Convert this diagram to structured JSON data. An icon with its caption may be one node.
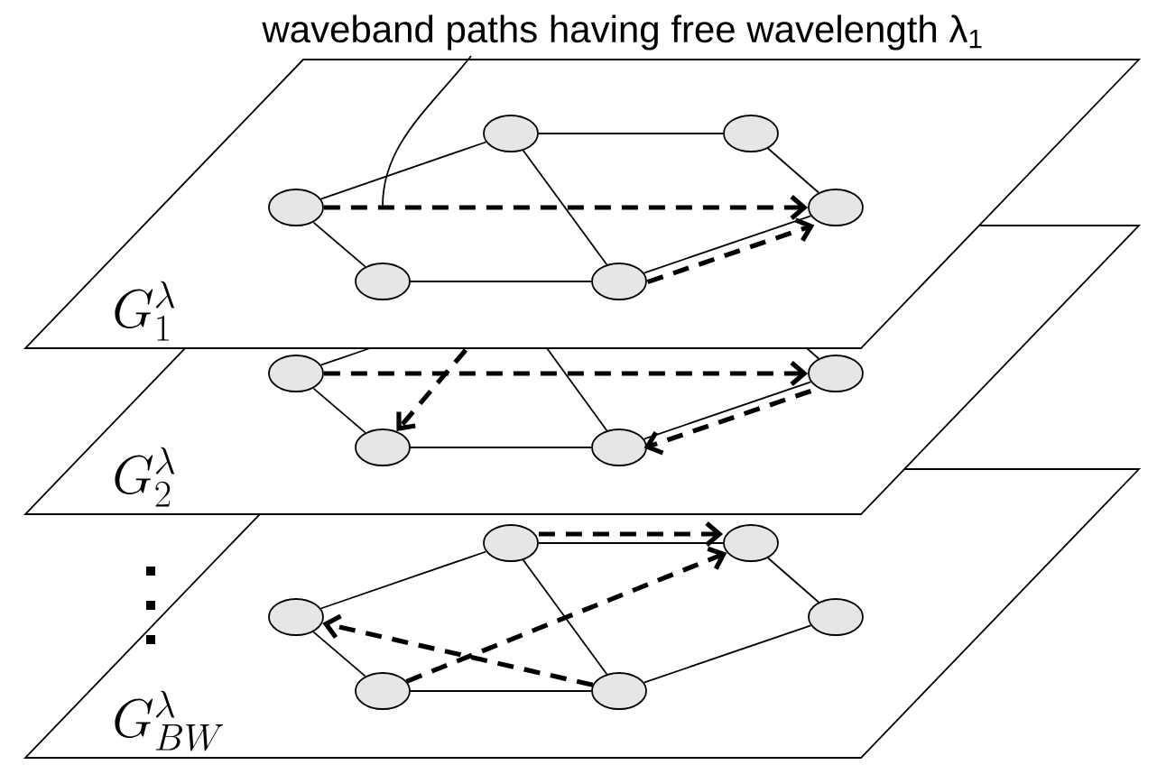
{
  "diagram": {
    "nodes": [
      {
        "text": [
          "G_{1}^{\\lambda}"
        ]
      },
      {
        "text": [],
        "shape": "ellipse",
        "in": 0
      },
      {
        "text": [],
        "shape": "ellipse",
        "in": 0
      },
      {
        "text": [],
        "shape": "ellipse",
        "in": 0
      },
      {
        "text": [],
        "shape": "ellipse",
        "in": 0
      },
      {
        "text": [],
        "shape": "ellipse",
        "in": 0
      },
      {
        "text": [],
        "shape": "ellipse",
        "in": 0
      },
      {
        "text": [
          "G_{2}^{\\lambda}"
        ]
      },
      {
        "text": [],
        "shape": "ellipse",
        "in": 7
      },
      {
        "text": [],
        "shape": "ellipse",
        "in": 7
      },
      {
        "text": [],
        "shape": "ellipse",
        "in": 7
      },
      {
        "text": [],
        "shape": "ellipse",
        "in": 7
      },
      {
        "text": [
          "G_{BW}^{\\lambda}"
        ]
      },
      {
        "text": [],
        "shape": "ellipse",
        "in": 12
      },
      {
        "text": [],
        "shape": "ellipse",
        "in": 12
      },
      {
        "text": [],
        "shape": "ellipse",
        "in": 12
      },
      {
        "text": [],
        "shape": "ellipse",
        "in": 12
      },
      {
        "text": [],
        "shape": "ellipse",
        "in": 12
      },
      {
        "text": [],
        "shape": "ellipse",
        "in": 12
      },
      {
        "text": [
          "waveband paths having free wavelength λ$_{1}$"
        ]
      }
    ],
    "edges": [
      {
        "from": 1,
        "to": 2,
        "arrow": "none"
      },
      {
        "from": 2,
        "to": 3,
        "arrow": "none"
      },
      {
        "from": 3,
        "to": 4,
        "arrow": "none"
      },
      {
        "from": 1,
        "to": 5,
        "arrow": "none"
      },
      {
        "from": 5,
        "to": 6,
        "arrow": "none"
      },
      {
        "from": 2,
        "to": 6,
        "arrow": "none"
      },
      {
        "from": 6,
        "to": 4,
        "arrow": "none"
      },
      {
        "from": 1,
        "to": 4,
        "arrow": "to",
        "style": "dashed"
      },
      {
        "from": 6,
        "to": 4,
        "arrow": "to",
        "style": "dashed"
      },
      {
        "from": 8,
        "to": 10,
        "arrow": "none"
      },
      {
        "from": 10,
        "to": 11,
        "arrow": "none"
      },
      {
        "from": 9,
        "to": 11,
        "arrow": "none"
      },
      {
        "from": 8,
        "to": 9,
        "arrow": "to",
        "style": "dashed"
      },
      {
        "from": 9,
        "to": 11,
        "arrow": "to",
        "style": "dashed"
      },
      {
        "from": 0,
        "to": 8,
        "arrow": "none"
      },
      {
        "from": 0,
        "to": 11,
        "arrow": "none"
      },
      {
        "from": 0,
        "to": 9,
        "arrow": "none"
      },
      {
        "from": 0,
        "to": 10,
        "arrow": "to",
        "style": "dashed"
      },
      {
        "from": 13,
        "to": 14,
        "arrow": "none"
      },
      {
        "from": 15,
        "to": 13,
        "arrow": "none"
      },
      {
        "from": 14,
        "to": 16,
        "arrow": "none"
      },
      {
        "from": 15,
        "to": 17,
        "arrow": "none"
      },
      {
        "from": 17,
        "to": 18,
        "arrow": "none"
      },
      {
        "from": 18,
        "to": 16,
        "arrow": "none"
      },
      {
        "from": 13,
        "to": 18,
        "arrow": "none"
      },
      {
        "from": 13,
        "to": 14,
        "arrow": "to",
        "style": "dashed"
      },
      {
        "from": 17,
        "to": 14,
        "arrow": "to",
        "style": "dashed"
      },
      {
        "from": 18,
        "to": 15,
        "arrow": "to",
        "style": "dashed"
      },
      {
        "from": 19,
        "to": 0,
        "arrow": "none"
      }
    ]
  }
}
